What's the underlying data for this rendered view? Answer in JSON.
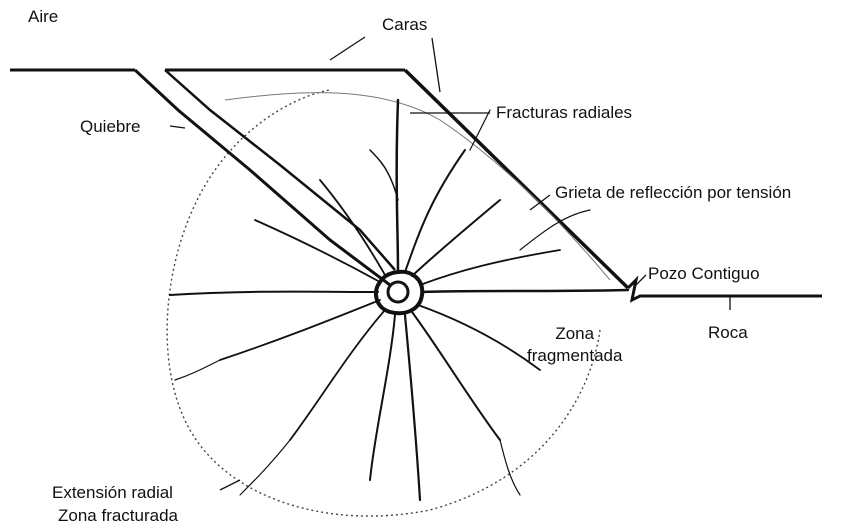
{
  "labels": {
    "aire": "Aire",
    "caras": "Caras",
    "fracturas_radiales": "Fracturas radiales",
    "quiebre": "Quiebre",
    "grieta": "Grieta de reflección por tensión",
    "pozo": "Pozo Contiguo",
    "zona_fragmentada_1": "Zona",
    "zona_fragmentada_2": "fragmentada",
    "roca": "Roca",
    "extension_radial": "Extensión radial",
    "zona_fracturada": "Zona fracturada"
  },
  "colors": {
    "ink": "#111111",
    "background": "#ffffff"
  }
}
